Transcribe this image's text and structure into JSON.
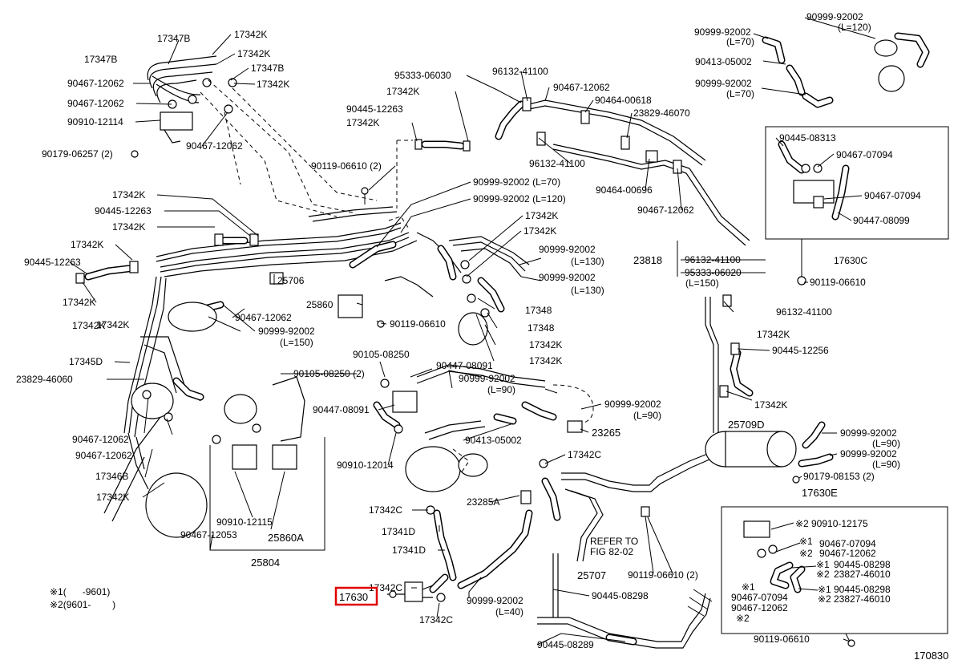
{
  "diagram": {
    "figure_number": "170830",
    "highlight_color": "#e00000",
    "highlighted_part": "17630",
    "labels": [
      {
        "id": "l1",
        "text": "17347B"
      },
      {
        "id": "l2",
        "text": "17342K"
      },
      {
        "id": "l3",
        "text": "17347B"
      },
      {
        "id": "l4",
        "text": "17342K"
      },
      {
        "id": "l5",
        "text": "17347B"
      },
      {
        "id": "l6",
        "text": "90467-12062"
      },
      {
        "id": "l7",
        "text": "17342K"
      },
      {
        "id": "l8",
        "text": "90467-12062"
      },
      {
        "id": "l9",
        "text": "90910-12114"
      },
      {
        "id": "l10",
        "text": "90467-12062"
      },
      {
        "id": "l11",
        "text": "90179-06257 (2)"
      },
      {
        "id": "l12",
        "text": "95333-06030"
      },
      {
        "id": "l13",
        "text": "96132-41100"
      },
      {
        "id": "l14",
        "text": "17342K"
      },
      {
        "id": "l15",
        "text": "90467-12062"
      },
      {
        "id": "l16",
        "text": "90445-12263"
      },
      {
        "id": "l17",
        "text": "90464-00618"
      },
      {
        "id": "l18",
        "text": "17342K"
      },
      {
        "id": "l19",
        "text": "23829-46070"
      },
      {
        "id": "l20",
        "text": "96132-41100"
      },
      {
        "id": "l21",
        "text": "90119-06610 (2)"
      },
      {
        "id": "l22",
        "text": "90464-00696"
      },
      {
        "id": "l23",
        "text": "90467-12062"
      },
      {
        "id": "l24",
        "text": "90999-92002"
      },
      {
        "id": "l25",
        "text": "(L=70)"
      },
      {
        "id": "l26",
        "text": "90999-92002"
      },
      {
        "id": "l27",
        "text": "(L=120)"
      },
      {
        "id": "l28",
        "text": "90413-05002"
      },
      {
        "id": "l29",
        "text": "90999-92002"
      },
      {
        "id": "l30",
        "text": "(L=70)"
      },
      {
        "id": "l31",
        "text": "90445-08313"
      },
      {
        "id": "l32",
        "text": "90467-07094"
      },
      {
        "id": "l33",
        "text": "90467-07094"
      },
      {
        "id": "l34",
        "text": "90447-08099"
      },
      {
        "id": "l35",
        "text": "17630C"
      },
      {
        "id": "l36",
        "text": "90119-06610"
      },
      {
        "id": "l37",
        "text": "17342K"
      },
      {
        "id": "l38",
        "text": "90445-12263"
      },
      {
        "id": "l39",
        "text": "17342K"
      },
      {
        "id": "l40",
        "text": "17342K"
      },
      {
        "id": "l41",
        "text": "90445-12263"
      },
      {
        "id": "l42",
        "text": "17342K"
      },
      {
        "id": "l43",
        "text": "25706"
      },
      {
        "id": "l44",
        "text": "17342K"
      },
      {
        "id": "l45",
        "text": "90467-12062"
      },
      {
        "id": "l46",
        "text": "90999-92002"
      },
      {
        "id": "l47",
        "text": "(L=150)"
      },
      {
        "id": "l48",
        "text": "90999-92002 (L=70)"
      },
      {
        "id": "l49",
        "text": "90999-92002 (L=120)"
      },
      {
        "id": "l50",
        "text": "17342K"
      },
      {
        "id": "l51",
        "text": "17342K"
      },
      {
        "id": "l52",
        "text": "90999-92002"
      },
      {
        "id": "l53",
        "text": "(L=130)"
      },
      {
        "id": "l54",
        "text": "90999-92002"
      },
      {
        "id": "l55",
        "text": "(L=130)"
      },
      {
        "id": "l56",
        "text": "25860"
      },
      {
        "id": "l57",
        "text": "90119-06610"
      },
      {
        "id": "l58",
        "text": "17348"
      },
      {
        "id": "l59",
        "text": "17348"
      },
      {
        "id": "l60",
        "text": "17342K"
      },
      {
        "id": "l61",
        "text": "17342K"
      },
      {
        "id": "l62",
        "text": "23818"
      },
      {
        "id": "l63",
        "text": "96132-41100"
      },
      {
        "id": "l64",
        "text": "95333-06020"
      },
      {
        "id": "l65",
        "text": "(L=150)"
      },
      {
        "id": "l66",
        "text": "96132-41100"
      },
      {
        "id": "l67",
        "text": "17342K"
      },
      {
        "id": "l68",
        "text": "90445-12256"
      },
      {
        "id": "l69",
        "text": "17342K"
      },
      {
        "id": "l70",
        "text": "17342K"
      },
      {
        "id": "l71",
        "text": "17345D"
      },
      {
        "id": "l72",
        "text": "23829-46060"
      },
      {
        "id": "l73",
        "text": "90105-08250"
      },
      {
        "id": "l74",
        "text": "90447-08091"
      },
      {
        "id": "l75",
        "text": "90999-92002"
      },
      {
        "id": "l76",
        "text": "(L=90)"
      },
      {
        "id": "l77",
        "text": "90105-08250 (2)"
      },
      {
        "id": "l78",
        "text": "90999-92002"
      },
      {
        "id": "l79",
        "text": "(L=90)"
      },
      {
        "id": "l80",
        "text": "90447-08091"
      },
      {
        "id": "l81",
        "text": "90413-05002"
      },
      {
        "id": "l82",
        "text": "23265"
      },
      {
        "id": "l83",
        "text": "90910-12014"
      },
      {
        "id": "l84",
        "text": "17342C"
      },
      {
        "id": "l85",
        "text": "25709D"
      },
      {
        "id": "l86",
        "text": "90999-92002"
      },
      {
        "id": "l87",
        "text": "(L=90)"
      },
      {
        "id": "l88",
        "text": "90999-92002"
      },
      {
        "id": "l89",
        "text": "(L=90)"
      },
      {
        "id": "l90",
        "text": "90179-08153 (2)"
      },
      {
        "id": "l91",
        "text": "17630E"
      },
      {
        "id": "l92",
        "text": "90467-12062"
      },
      {
        "id": "l93",
        "text": "90467-12062"
      },
      {
        "id": "l94",
        "text": "17346B"
      },
      {
        "id": "l95",
        "text": "17342K"
      },
      {
        "id": "l96",
        "text": "23285A"
      },
      {
        "id": "l97",
        "text": "17342C"
      },
      {
        "id": "l98",
        "text": "17341D"
      },
      {
        "id": "l99",
        "text": "17341D"
      },
      {
        "id": "l100",
        "text": "REFER TO"
      },
      {
        "id": "l101",
        "text": "FIG 82-02"
      },
      {
        "id": "l102",
        "text": "90910-12115"
      },
      {
        "id": "l103",
        "text": "90467-12053"
      },
      {
        "id": "l104",
        "text": "25860A"
      },
      {
        "id": "l105",
        "text": "25804"
      },
      {
        "id": "l106",
        "text": "25707"
      },
      {
        "id": "l107",
        "text": "90119-06610 (2)"
      },
      {
        "id": "l108",
        "text": "17342C"
      },
      {
        "id": "l109",
        "text": "17630"
      },
      {
        "id": "l110",
        "text": "90999-92002"
      },
      {
        "id": "l111",
        "text": "(L=40)"
      },
      {
        "id": "l112",
        "text": "90445-08298"
      },
      {
        "id": "l113",
        "text": "17342C"
      },
      {
        "id": "l114",
        "text": "90445-08289"
      },
      {
        "id": "l115",
        "text": "90119-06610"
      },
      {
        "id": "l116",
        "text": "※2"
      },
      {
        "id": "l117",
        "text": "90910-12175"
      },
      {
        "id": "l118",
        "text": "※1"
      },
      {
        "id": "l119",
        "text": "90467-07094"
      },
      {
        "id": "l120",
        "text": "※2"
      },
      {
        "id": "l121",
        "text": "90467-12062"
      },
      {
        "id": "l122",
        "text": "※1"
      },
      {
        "id": "l123",
        "text": "90445-08298"
      },
      {
        "id": "l124",
        "text": "※2"
      },
      {
        "id": "l125",
        "text": "23827-46010"
      },
      {
        "id": "l126",
        "text": "※1"
      },
      {
        "id": "l127",
        "text": "※1"
      },
      {
        "id": "l128",
        "text": "90445-08298"
      },
      {
        "id": "l129",
        "text": "90467-07094"
      },
      {
        "id": "l130",
        "text": "※2"
      },
      {
        "id": "l131",
        "text": "23827-46010"
      },
      {
        "id": "l132",
        "text": "90467-12062"
      },
      {
        "id": "l133",
        "text": "※2"
      },
      {
        "id": "l134",
        "text": "※1(      -9601)"
      },
      {
        "id": "l135",
        "text": "※2(9601-        )"
      }
    ]
  }
}
